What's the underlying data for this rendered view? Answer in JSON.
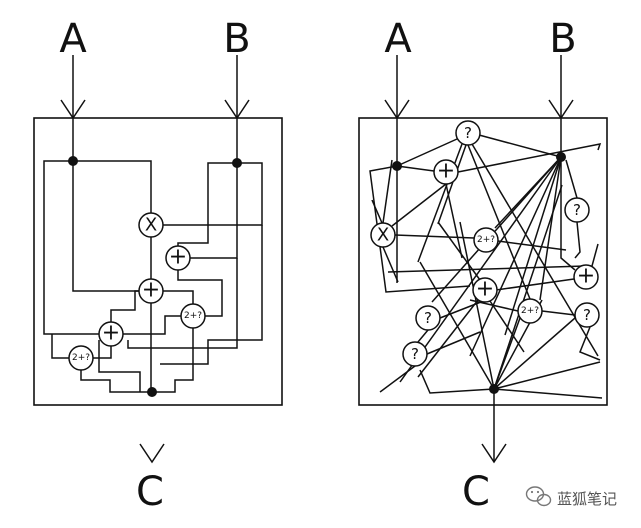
{
  "left": {
    "input_a": "A",
    "input_b": "B",
    "output": "C",
    "nodes": [
      "X",
      "+",
      "+",
      "2+?",
      "+",
      "2+?"
    ]
  },
  "right": {
    "input_a": "A",
    "input_b": "B",
    "output": "C",
    "nodes": [
      "?",
      "+",
      "?",
      "X",
      "2+?",
      "+",
      "+",
      "2+?",
      "?",
      "?",
      "?"
    ]
  },
  "watermark": {
    "icon": "wechat-icon",
    "text": "蓝狐笔记"
  }
}
